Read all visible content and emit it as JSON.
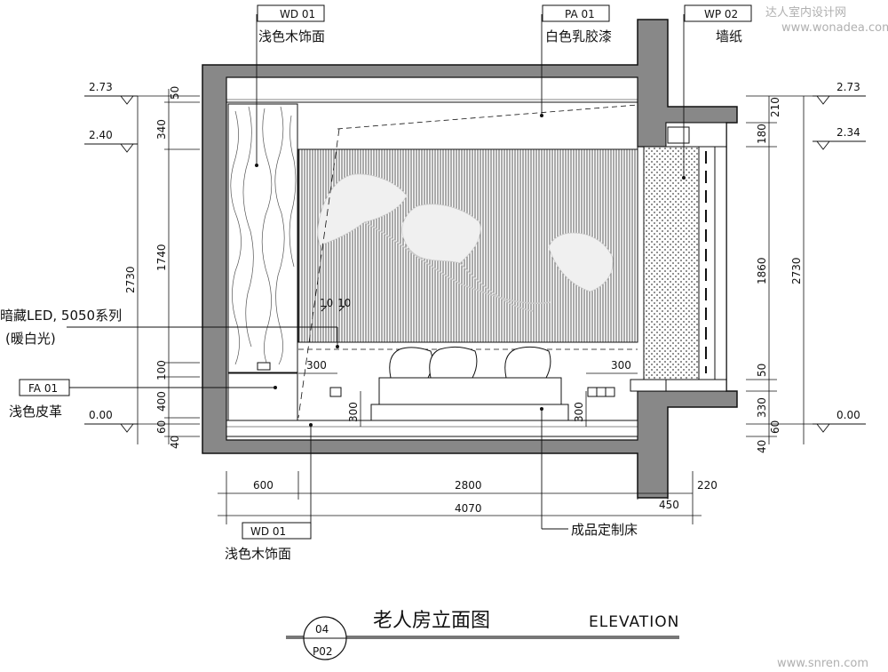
{
  "watermark": {
    "cn": "达人室内设计网",
    "url": "www.wonadea.com",
    "footer": "www.snren.com"
  },
  "tags": {
    "wd01_top": "WD  01",
    "pa01": "PA  01",
    "wp02": "WP  02",
    "fa01": "FA  01",
    "wd01_bottom": "WD    01"
  },
  "labels": {
    "wood_top": "浅色木饰面",
    "paint": "白色乳胶漆",
    "wallpaper": "墙纸",
    "led_line1": "暗藏LED, 5050系列",
    "led_line2": "(暖白光)",
    "leather": "浅色皮革",
    "wood_bottom": "浅色木饰面",
    "bed": "成品定制床"
  },
  "levels": {
    "left_273": "2.73",
    "left_240": "2.40",
    "left_000": "0.00",
    "right_273": "2.73",
    "right_234": "2.34",
    "right_000": "0.00"
  },
  "dims": {
    "left_total": "2730",
    "left_50": "50",
    "left_340": "340",
    "left_1740": "1740",
    "left_100": "100",
    "left_400": "400",
    "left_60": "60",
    "left_40": "40",
    "right_total": "2730",
    "right_210": "210",
    "right_180": "180",
    "right_1860": "1860",
    "right_50": "50",
    "right_330": "330",
    "right_60": "60",
    "right_40": "40",
    "bottom_600": "600",
    "bottom_2800": "2800",
    "bottom_220": "220",
    "bottom_450": "450",
    "bottom_4070": "4070",
    "nightstand_left_w": "300",
    "nightstand_right_w": "300",
    "socket_left_h": "300",
    "socket_right_h": "300",
    "callout_10a": "10",
    "callout_10b": "10"
  },
  "title": {
    "cn": "老人房立面图",
    "en": "ELEVATION",
    "number": "04",
    "sheet": "P02"
  }
}
